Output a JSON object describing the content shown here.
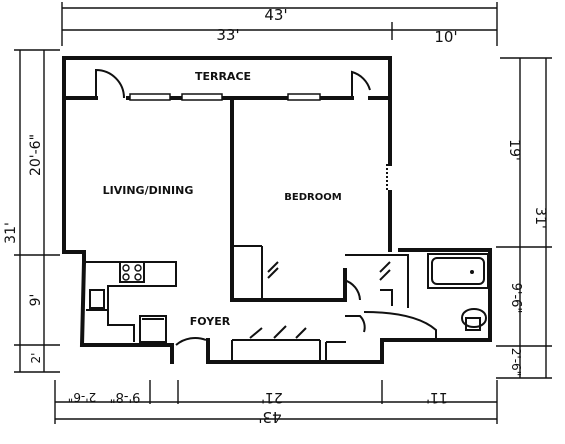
{
  "rooms": {
    "terrace": "TERRACE",
    "living_dining": "LIVING/DINING",
    "bedroom": "BEDROOM",
    "foyer": "FOYER"
  },
  "dimensions": {
    "top_total": "43'",
    "top_left": "33'",
    "top_right": "10'",
    "left_total": "31'",
    "left_upper": "20'-6\"",
    "left_mid": "9'",
    "left_bottom": "2'",
    "right_total": "31'",
    "right_upper": "19'",
    "right_mid": "9'-6\"",
    "right_bottom": "2'-6\"",
    "bottom_a": "9'-8\"",
    "bottom_b": "2'-6\"",
    "bottom_mid": "21'",
    "bottom_right": "11'",
    "bottom_total": "43'"
  }
}
